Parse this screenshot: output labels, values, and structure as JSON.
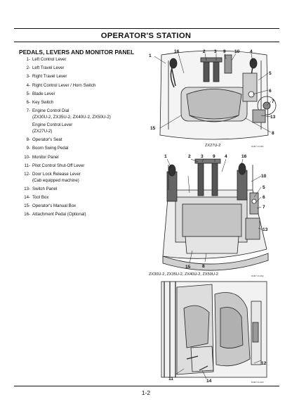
{
  "header": {
    "title": "OPERATOR'S STATION"
  },
  "section": {
    "heading": "PEDALS, LEVERS AND MONITOR PANEL"
  },
  "items": [
    {
      "num": "1-",
      "text": "Left Control Lever"
    },
    {
      "num": "2-",
      "text": "Left Travel Lever"
    },
    {
      "num": "3-",
      "text": "Right Travel Lever"
    },
    {
      "num": "4-",
      "text": "Right Control Lever / Horn Switch"
    },
    {
      "num": "5-",
      "text": "Blade Lever"
    },
    {
      "num": "6-",
      "text": "Key Switch"
    },
    {
      "num": "7-",
      "text": "Engine Control Dial\n(ZX30U-2, ZX35U-2, ZX40U-2, ZX50U-2)"
    },
    {
      "num": "",
      "text": "Engine Control Lever\n(ZX27U-2)"
    },
    {
      "num": "8-",
      "text": "Operator's Seat"
    },
    {
      "num": "9-",
      "text": "Boom Swing Pedal"
    },
    {
      "num": "10-",
      "text": "Monitor Panel"
    },
    {
      "num": "11-",
      "text": "Pilot Control Shut-Off Lever"
    },
    {
      "num": "12-",
      "text": "Door Lock Release Lever\n(Cab equipped machine)"
    },
    {
      "num": "13-",
      "text": "Switch Panel"
    },
    {
      "num": "14-",
      "text": "Tool Box"
    },
    {
      "num": "15-",
      "text": "Operator's Manual Box"
    },
    {
      "num": "16-",
      "text": "Attachment Pedal (Optional)"
    }
  ],
  "figures": {
    "top": {
      "caption": "ZX27U-2",
      "code": "M1M7-01-004",
      "callouts": {
        "c1": "1",
        "c16": "16",
        "c2": "2",
        "c3": "3",
        "c9": "9",
        "c10": "10",
        "c4": "4",
        "c5": "5",
        "c6": "6",
        "c7": "7",
        "c13": "13",
        "c8": "8",
        "c15": "15"
      }
    },
    "middle": {
      "caption": "ZX30U-2, ZX35U-2, ZX40U-2, ZX50U-2",
      "code": "M1M7-01-002",
      "callouts": {
        "c1": "1",
        "c2": "2",
        "c3": "3",
        "c9": "9",
        "c4": "4",
        "c16": "16",
        "c10": "10",
        "c5": "5",
        "c6": "6",
        "c7": "7",
        "c13": "13",
        "c15": "15",
        "c8": "8"
      }
    },
    "bottom": {
      "code": "M1M7-01-003",
      "callouts": {
        "c12": "12",
        "c11": "11",
        "c14": "14"
      }
    }
  },
  "footer": {
    "page": "1-2"
  }
}
